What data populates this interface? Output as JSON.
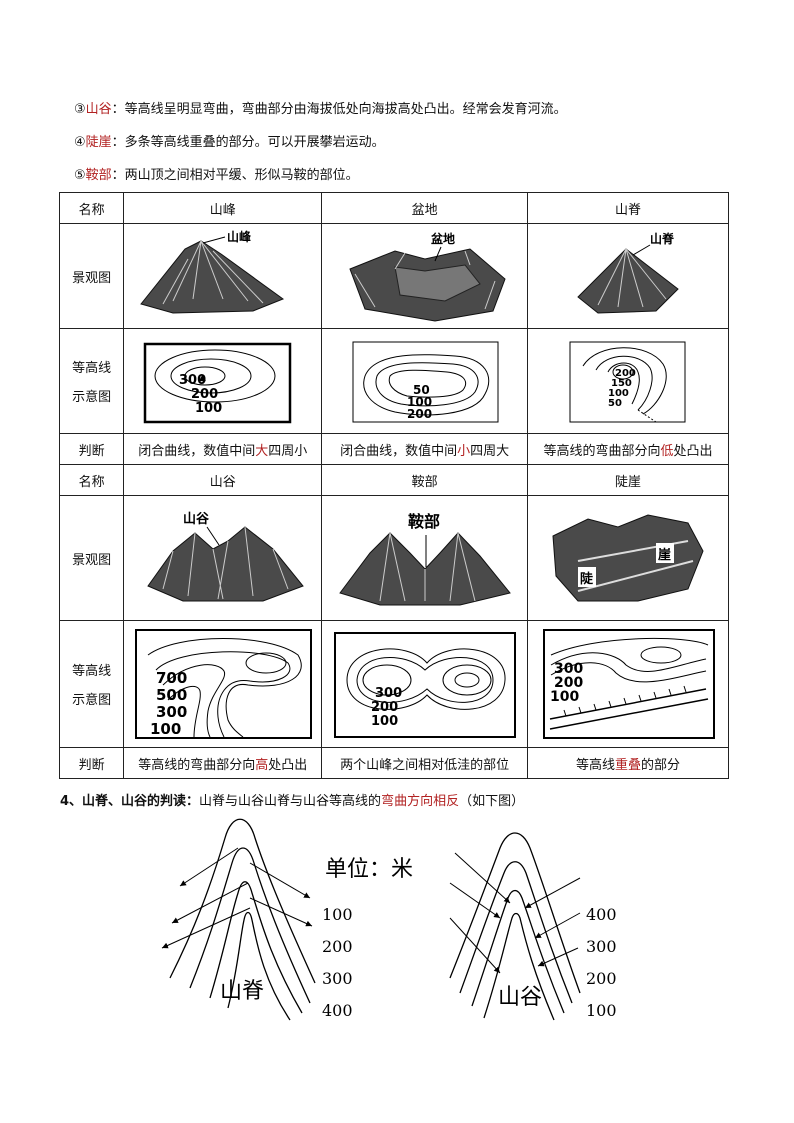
{
  "intro": [
    {
      "num": "③",
      "term": "山谷",
      "text": "：等高线呈明显弯曲，弯曲部分由海拔低处向海拔高处凸出。经常会发育河流。"
    },
    {
      "num": "④",
      "term": "陡崖",
      "text": "：多条等高线重叠的部分。可以开展攀岩运动。"
    },
    {
      "num": "⑤",
      "term": "鞍部",
      "text": "：两山顶之间相对平缓、形似马鞍的部位。"
    }
  ],
  "table": {
    "row_labels": {
      "name": "名称",
      "landscape": "景观图",
      "contour_l1": "等高线",
      "contour_l2": "示意图",
      "judge": "判断"
    },
    "group1": {
      "names": [
        "山峰",
        "盆地",
        "山脊"
      ],
      "landscape_labels": [
        "山峰",
        "盆地",
        "山脊"
      ],
      "contours": [
        {
          "labels": [
            "300",
            "200",
            "100"
          ]
        },
        {
          "labels": [
            "50",
            "100",
            "200"
          ]
        },
        {
          "labels": [
            "200",
            "150",
            "100",
            "50"
          ]
        }
      ],
      "judgments": [
        {
          "pre": "闭合曲线，数值中间",
          "hl": "大",
          "post": "四周小"
        },
        {
          "pre": "闭合曲线，数值中间",
          "hl": "小",
          "post": "四周大"
        },
        {
          "pre": "等高线的弯曲部分向",
          "hl": "低",
          "post": "处凸出"
        }
      ]
    },
    "group2": {
      "names": [
        "山谷",
        "鞍部",
        "陡崖"
      ],
      "landscape_labels": [
        "山谷",
        "鞍部",
        "陡",
        "崖"
      ],
      "contours": [
        {
          "labels": [
            "700",
            "500",
            "300",
            "100"
          ]
        },
        {
          "labels": [
            "300",
            "200",
            "100"
          ]
        },
        {
          "labels": [
            "300",
            "200",
            "100"
          ]
        }
      ],
      "judgments": [
        {
          "pre": "等高线的弯曲部分向",
          "hl": "高",
          "post": "处凸出"
        },
        {
          "pre": "两个山峰之间相对低洼的部位",
          "hl": "",
          "post": ""
        },
        {
          "pre": "等高线",
          "hl": "重叠",
          "post": "的部分"
        }
      ]
    }
  },
  "section4": {
    "title": "4、山脊、山谷的判读：",
    "text1": "山脊与山谷山脊与山谷等高线的",
    "hl": "弯曲方向相反",
    "text2": "（如下图）"
  },
  "figure": {
    "unit": "单位：米",
    "ridge_label": "山脊",
    "valley_label": "山谷",
    "ridge_values": [
      "100",
      "200",
      "300",
      "400"
    ],
    "valley_values": [
      "400",
      "300",
      "200",
      "100"
    ]
  },
  "colors": {
    "highlight": "#b22222",
    "mountain_fill": "#555555"
  }
}
